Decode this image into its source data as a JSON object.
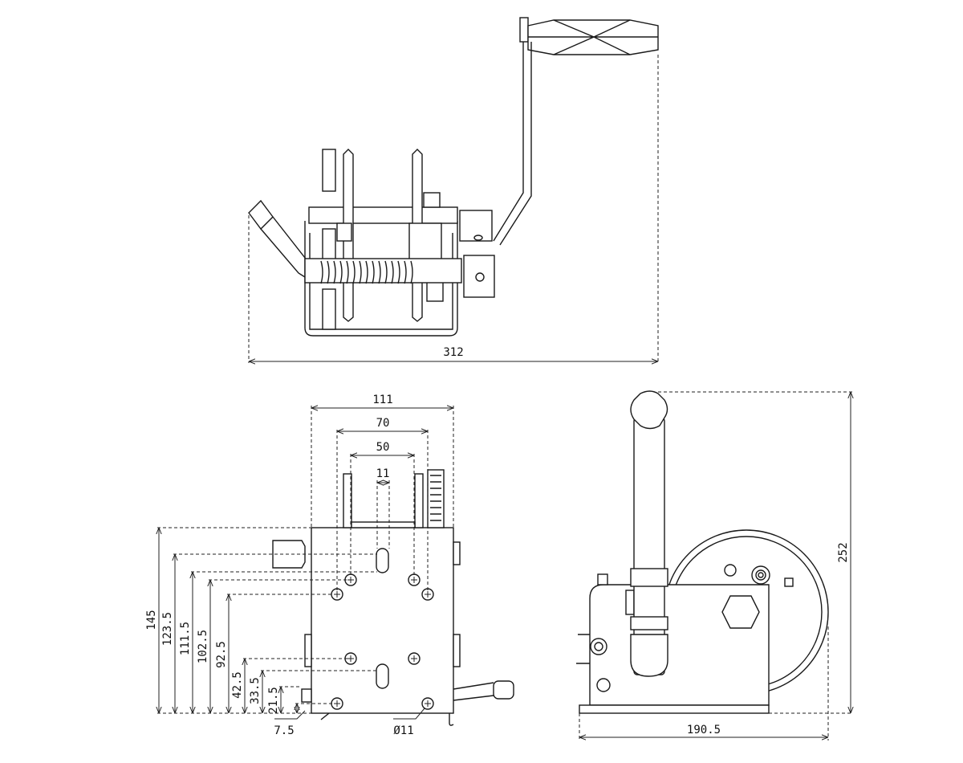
{
  "title": "Hand winch dimension drawing",
  "top_view": {
    "overall_width": "312"
  },
  "front_view": {
    "width_111": "111",
    "hole_spacing_70": "70",
    "hole_spacing_50": "50",
    "slot_11": "11",
    "heights": [
      "145",
      "123.5",
      "111.5",
      "102.5",
      "92.5",
      "42.5",
      "33.5",
      "21.5"
    ],
    "offset_7_5": "7.5",
    "hole_diameter": "Ø11"
  },
  "side_view": {
    "height": "252",
    "length": "190.5"
  }
}
